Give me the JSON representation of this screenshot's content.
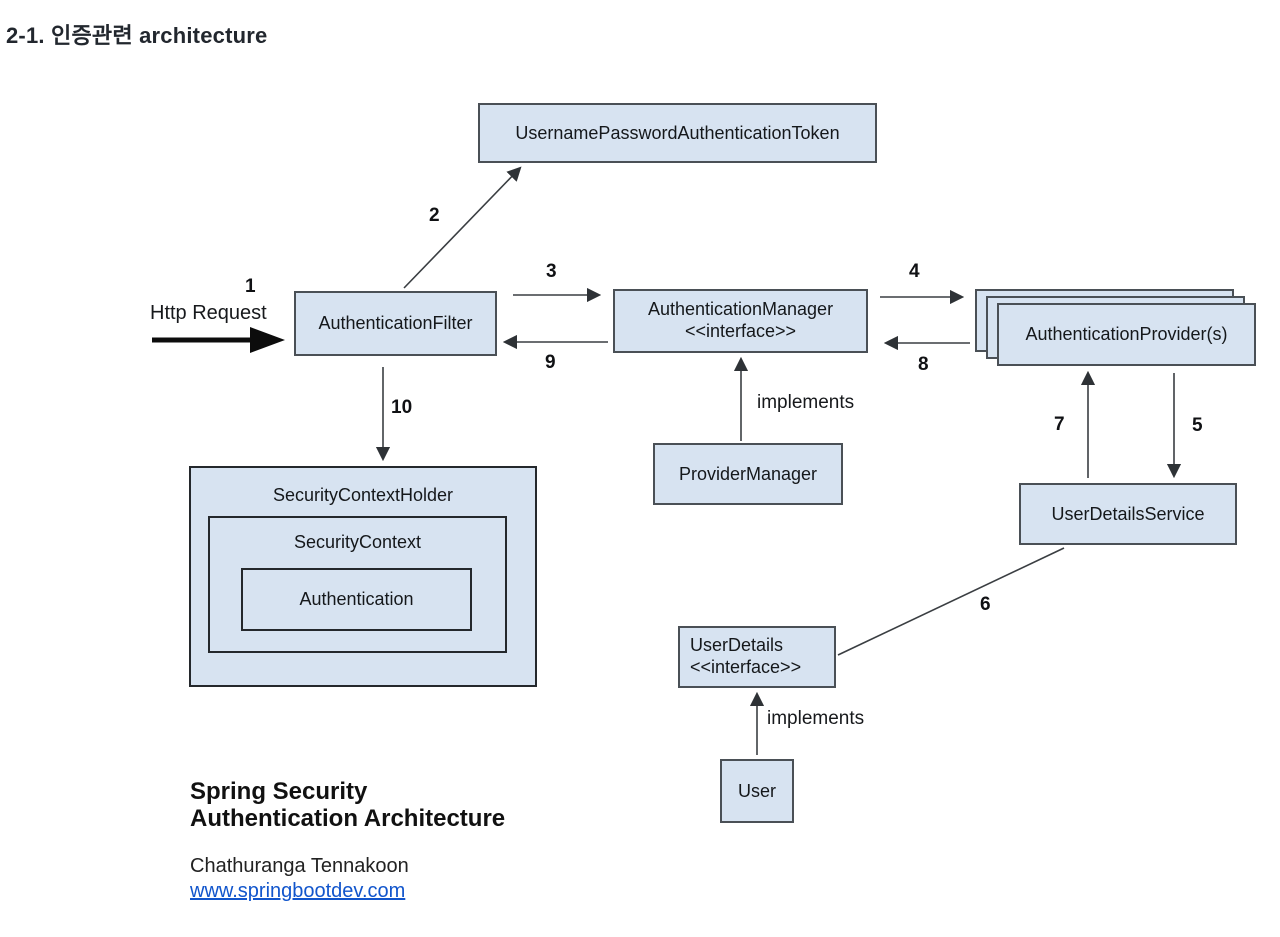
{
  "page": {
    "title": "2-1. 인증관련 architecture"
  },
  "boxes": {
    "token": {
      "label": "UsernamePasswordAuthenticationToken"
    },
    "filter": {
      "label": "AuthenticationFilter"
    },
    "manager": {
      "label": "AuthenticationManager",
      "stereotype": "<<interface>>"
    },
    "providers": {
      "label": "AuthenticationProvider(s)"
    },
    "provider_manager": {
      "label": "ProviderManager"
    },
    "security_context_holder": {
      "label": "SecurityContextHolder"
    },
    "security_context": {
      "label": "SecurityContext"
    },
    "authentication": {
      "label": "Authentication"
    },
    "user_details_service": {
      "label": "UserDetailsService"
    },
    "user_details": {
      "label": "UserDetails",
      "stereotype": "<<interface>>"
    },
    "user": {
      "label": "User"
    }
  },
  "labels": {
    "http_request": "Http Request",
    "implements_top": "implements",
    "implements_bottom": "implements",
    "steps": {
      "s1": "1",
      "s2": "2",
      "s3": "3",
      "s4": "4",
      "s5": "5",
      "s6": "6",
      "s7": "7",
      "s8": "8",
      "s9": "9",
      "s10": "10"
    }
  },
  "footer": {
    "heading_line1": "Spring Security",
    "heading_line2": "Authentication Architecture",
    "author": "Chathuranga Tennakoon",
    "website": "www.springbootdev.com"
  },
  "colors": {
    "box_fill": "#d7e3f1",
    "box_border": "#4a5056",
    "link": "#1155cc"
  }
}
